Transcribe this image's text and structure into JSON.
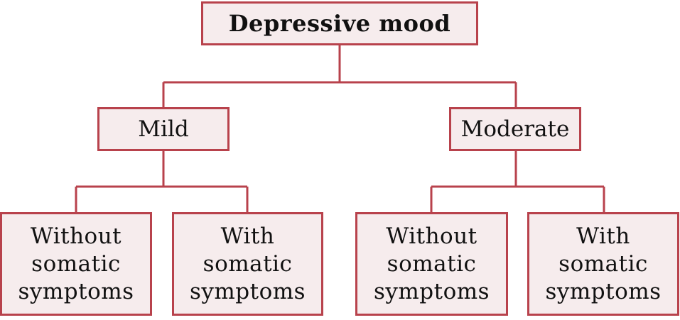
{
  "diagram": {
    "root": {
      "label": "Depressive mood"
    },
    "mild": {
      "label": "Mild"
    },
    "moderate": {
      "label": "Moderate"
    },
    "leaves": [
      {
        "label": "Without somatic symptoms"
      },
      {
        "label": "With somatic symptoms"
      },
      {
        "label": "Without somatic symptoms"
      },
      {
        "label": "With somatic symptoms"
      }
    ]
  },
  "colors": {
    "border": "#b8424c",
    "fill": "#f6eced",
    "text": "#111111"
  }
}
